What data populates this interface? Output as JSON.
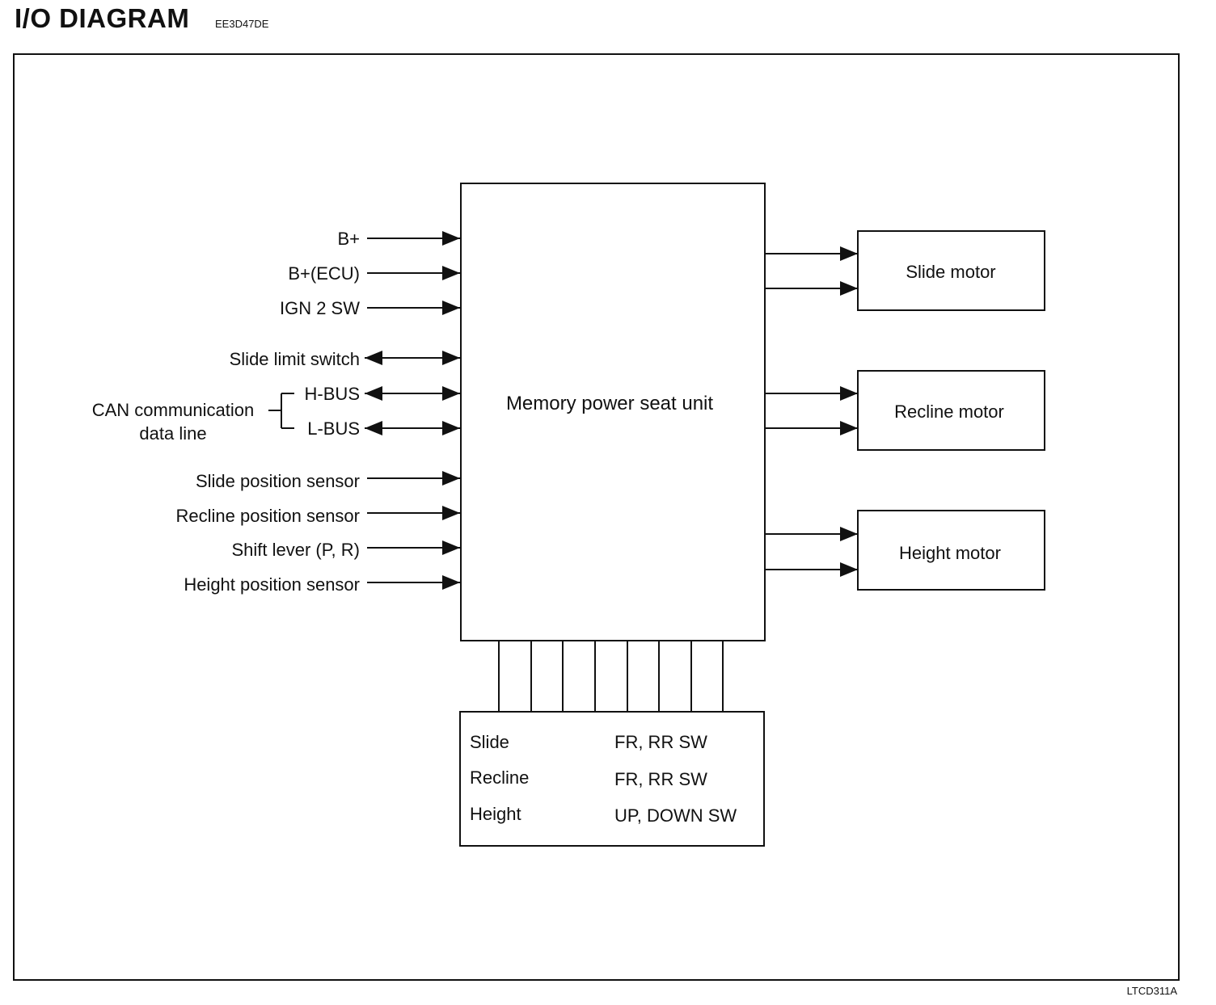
{
  "header": {
    "title": "I/O DIAGRAM",
    "code": "EE3D47DE"
  },
  "figure_code": "LTCD311A",
  "unit": {
    "label": "Memory power seat unit"
  },
  "inputs": [
    {
      "label": "B+",
      "direction": "in"
    },
    {
      "label": "B+(ECU)",
      "direction": "in"
    },
    {
      "label": "IGN 2 SW",
      "direction": "in"
    },
    {
      "label": "Slide limit switch",
      "direction": "both"
    },
    {
      "label": "H-BUS",
      "direction": "both"
    },
    {
      "label": "L-BUS",
      "direction": "both"
    },
    {
      "label": "Slide position sensor",
      "direction": "in"
    },
    {
      "label": "Recline position sensor",
      "direction": "in"
    },
    {
      "label": "Shift lever (P, R)",
      "direction": "in"
    },
    {
      "label": "Height position sensor",
      "direction": "in"
    }
  ],
  "can_group": {
    "line1": "CAN communication",
    "line2": "data line"
  },
  "motors": [
    {
      "label": "Slide motor"
    },
    {
      "label": "Recline motor"
    },
    {
      "label": "Height motor"
    }
  ],
  "switch_box": {
    "rows": [
      {
        "name": "Slide",
        "value": "FR, RR SW"
      },
      {
        "name": "Recline",
        "value": "FR, RR SW"
      },
      {
        "name": "Height",
        "value": "UP, DOWN SW"
      }
    ]
  }
}
